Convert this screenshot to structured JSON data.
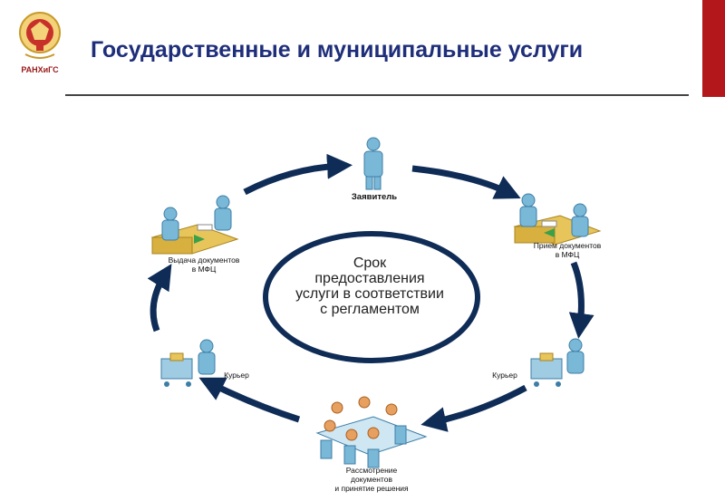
{
  "header": {
    "title": "Государственные и муниципальные услуги",
    "logo_text": "РАНХиГС"
  },
  "colors": {
    "title": "#1f2e7a",
    "accent": "#b3171b",
    "arrow": "#0f2c57",
    "ring": "#0f2c57",
    "figure": "#7ab8d8",
    "desk": "#e8c55a"
  },
  "diagram": {
    "center_lines": [
      "Срок",
      "предоставления",
      "услуги в соответствии",
      "с регламентом"
    ],
    "nodes": {
      "applicant": {
        "label": "Заявитель",
        "icon": "person-icon"
      },
      "reception": {
        "label_lines": [
          "Прием документов",
          "в МФЦ"
        ],
        "icon": "office-desk-icon"
      },
      "courier_right": {
        "label": "Курьер",
        "icon": "courier-cart-icon"
      },
      "review": {
        "label_lines": [
          "Рассмотрение",
          "документов",
          "и принятие решения"
        ],
        "icon": "meeting-table-icon"
      },
      "courier_left": {
        "label": "Курьер",
        "icon": "courier-cart-icon"
      },
      "issuance": {
        "label_lines": [
          "Выдача документов",
          "в МФЦ"
        ],
        "icon": "office-desk-icon"
      }
    }
  }
}
